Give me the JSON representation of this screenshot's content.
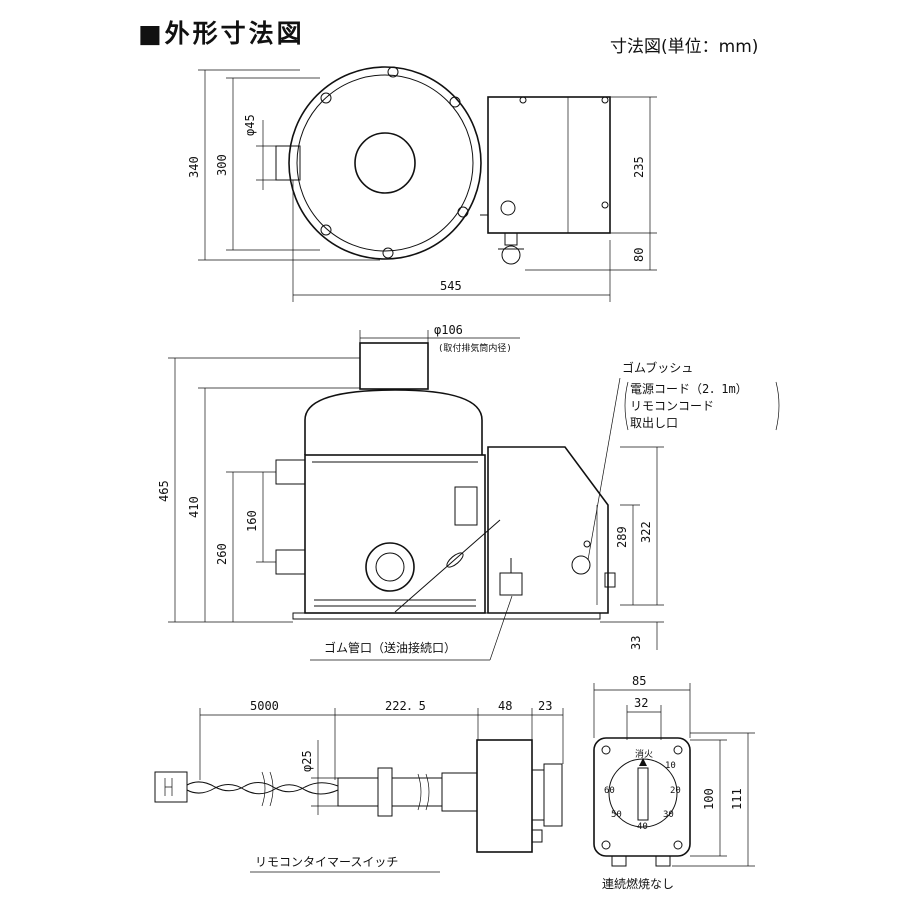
{
  "header": {
    "title": "■外形寸法図",
    "unit_note": "寸法図(単位：mm)"
  },
  "top_view": {
    "dims": {
      "overall_depth": "340",
      "inner_depth": "300",
      "pipe_dia": "φ45",
      "box_depth": "235",
      "tap_offset": "80",
      "overall_width": "545"
    }
  },
  "front_view": {
    "dims": {
      "flue_dia": "φ106",
      "flue_note": "(取付排気筒内径)",
      "overall_height": "465",
      "body_height": "410",
      "inlet_pitch": "160",
      "inlet_height": "260",
      "box_height": "289",
      "box_total": "322",
      "base_offset": "33"
    },
    "labels": {
      "grommet": "ゴムブッシュ",
      "cord_power": "電源コード（2．1m）",
      "cord_remote": "リモコンコード",
      "cord_outlet": "取出し口",
      "rubber_pipe": "ゴム管口（送油接続口）"
    }
  },
  "remote_timer": {
    "dims": {
      "cable_len": "5000",
      "shaft_len": "222．5",
      "body_len": "48",
      "knob_len": "23",
      "shaft_dia": "φ25",
      "panel_width": "85",
      "hole_pitch": "32",
      "panel_inner": "100",
      "panel_height": "111"
    },
    "caption": "リモコンタイマースイッチ",
    "dial": {
      "top_label": "消火",
      "marks": [
        "10",
        "20",
        "30",
        "40",
        "50",
        "60"
      ],
      "note": "連続燃焼なし"
    }
  }
}
